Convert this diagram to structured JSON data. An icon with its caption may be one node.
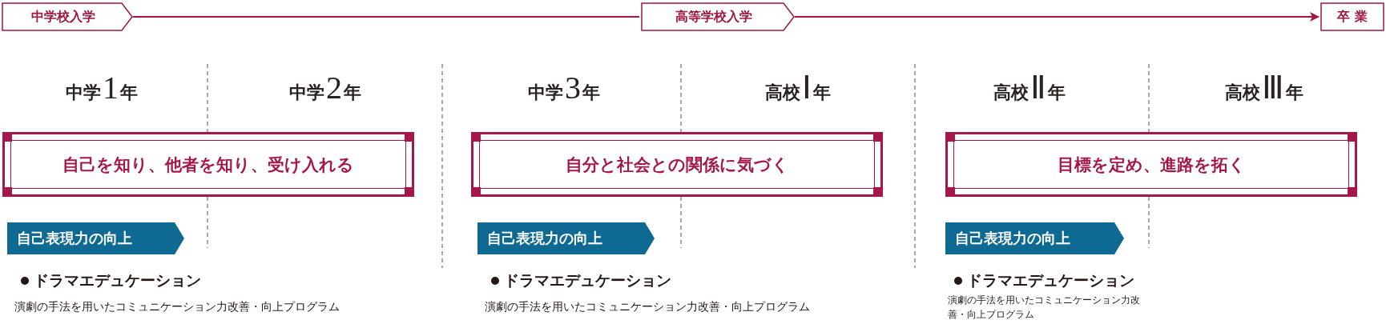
{
  "diagram": {
    "nodes": [
      {
        "text": [
          "中学校入学"
        ]
      },
      {
        "text": [
          "高等学校入学"
        ]
      },
      {
        "text": [
          "卒 業"
        ]
      },
      {
        "text": [
          "自己を知り、他者を知り、受け入れる"
        ]
      },
      {
        "text": [
          "自分と社会との関係に気づく"
        ]
      },
      {
        "text": [
          "目標を定め、進路を拓く"
        ]
      },
      {
        "text": [
          "自己表現力の向上"
        ],
        "beside": [
          "ドラマエデュケーション",
          "演劇の手法を用いたコミュニケーション力改善・向上プログラム"
        ]
      },
      {
        "text": [
          "自己表現力の向上"
        ],
        "beside": [
          "ドラマエデュケーション",
          "演劇の手法を用いたコミュニケーション力改善・向上プログラム"
        ]
      },
      {
        "text": [
          "自己表現力の向上"
        ],
        "beside": [
          "ドラマエデュケーション",
          "演劇の手法を用いたコミュニケーション力改善・向上プログラム"
        ]
      }
    ],
    "edges": [
      {
        "from": 0,
        "to": 1,
        "arrow": "none"
      },
      {
        "from": 1,
        "to": 2,
        "arrow": "to"
      }
    ],
    "labels": [
      "中学1年",
      "中学2年",
      "中学3年",
      "高校Ⅰ年",
      "高校Ⅱ年",
      "高校Ⅲ年"
    ]
  }
}
